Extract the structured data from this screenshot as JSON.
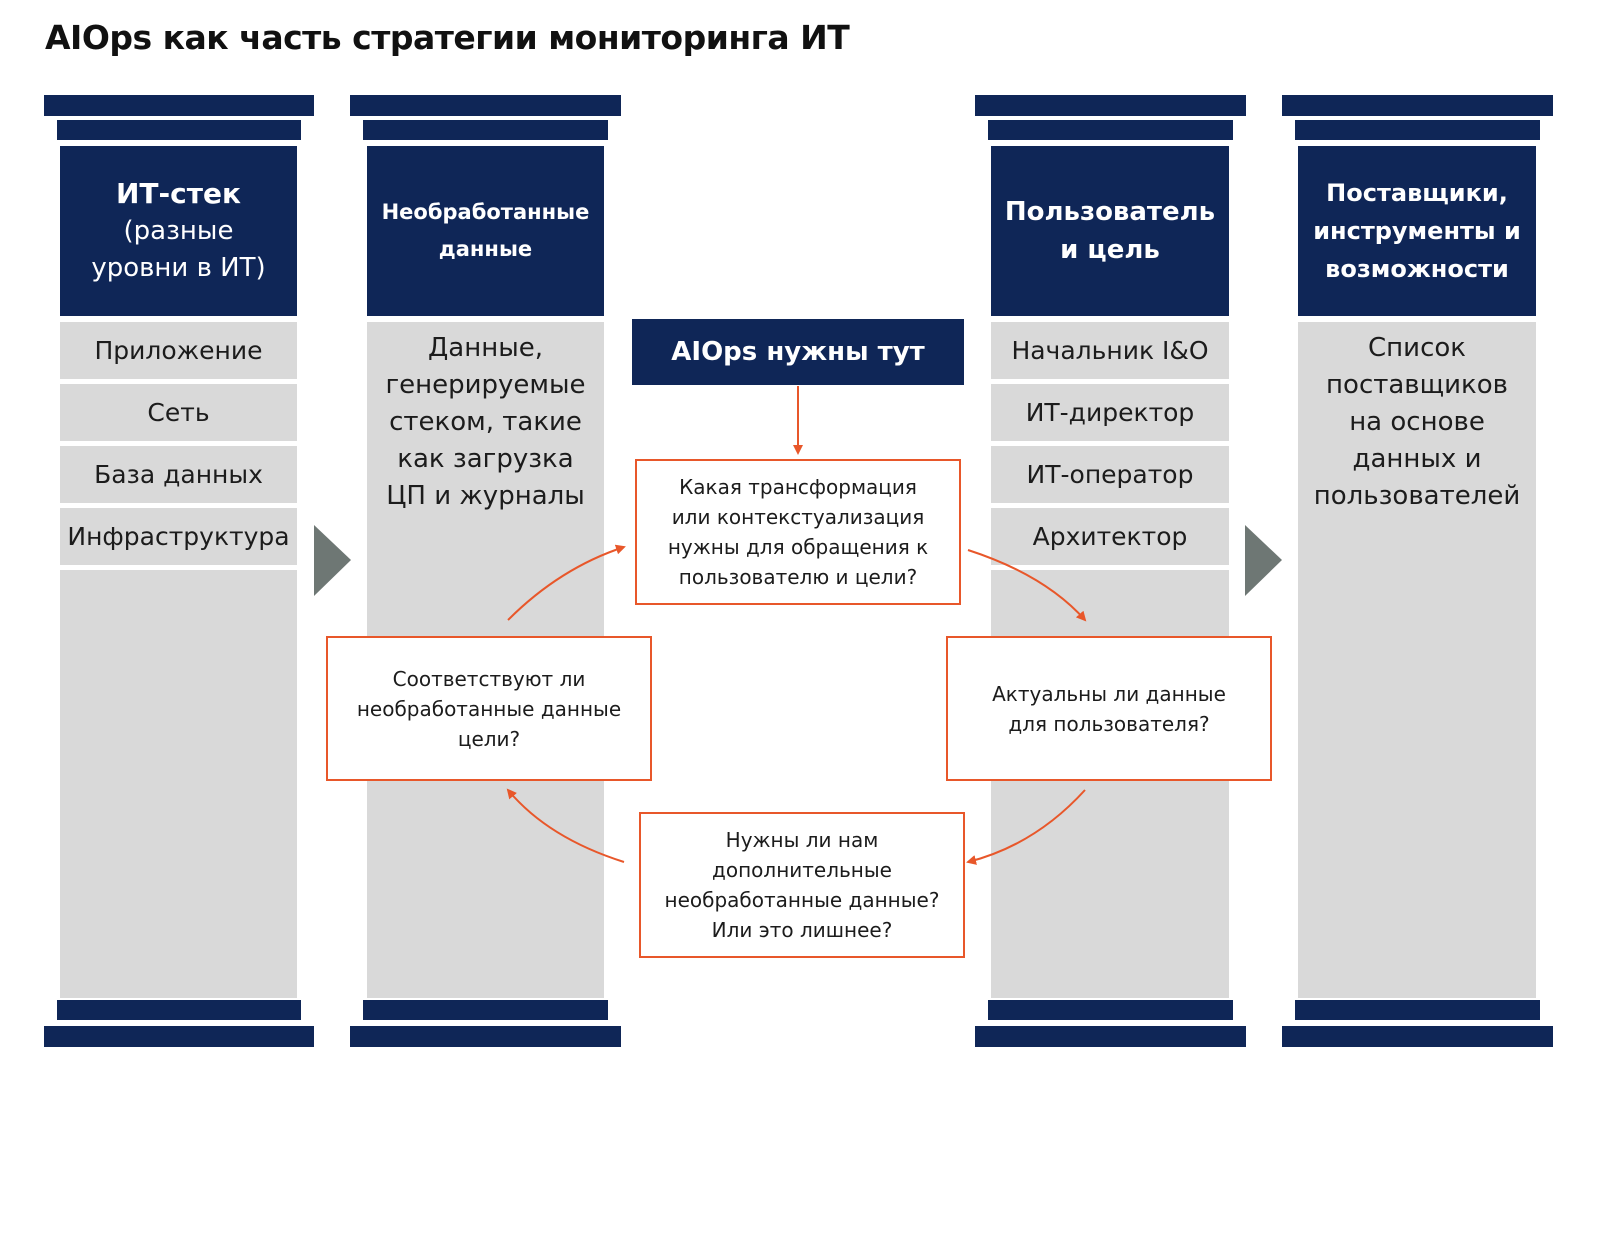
{
  "title": "AIOps как часть стратегии мониторинга ИТ",
  "colors": {
    "navy": "#0f2657",
    "shaft": "#d9d9d9",
    "accent": "#e8572a",
    "arrow": "#6e7774"
  },
  "pillars": [
    {
      "header_bold": "ИТ-стек",
      "header_sub_1": "(разные",
      "header_sub_2": "уровни в ИТ)",
      "rows": [
        "Приложение",
        "Сеть",
        "База данных",
        "Инфраструктура"
      ]
    },
    {
      "header_line_1": "Необработанные",
      "header_line_2": "данные",
      "body_lines": [
        "Данные,",
        "генерируемые",
        "стеком, такие",
        "как загрузка",
        "ЦП и журналы"
      ]
    },
    {
      "header_line_1": "Пользователь",
      "header_line_2": "и цель",
      "rows": [
        "Начальник I&O",
        "ИТ-директор",
        "ИТ-оператор",
        "Архитектор"
      ]
    },
    {
      "header_line_1": "Поставщики,",
      "header_line_2": "инструменты и",
      "header_line_3": "возможности",
      "body_lines": [
        "Список",
        "поставщиков",
        "на основе",
        "данных и",
        "пользователей"
      ]
    }
  ],
  "center": {
    "label": "AIOps нужны тут",
    "q_top": [
      "Какая трансформация",
      "или контекстуализация",
      "нужны для обращения к",
      "пользователю и цели?"
    ],
    "q_left": [
      "Соответствуют ли",
      "необработанные данные",
      "цели?"
    ],
    "q_right": [
      "Актуальны ли данные",
      "для пользователя?"
    ],
    "q_bottom": [
      "Нужны ли нам",
      "дополнительные",
      "необработанные данные?",
      "Или это лишнее?"
    ]
  }
}
